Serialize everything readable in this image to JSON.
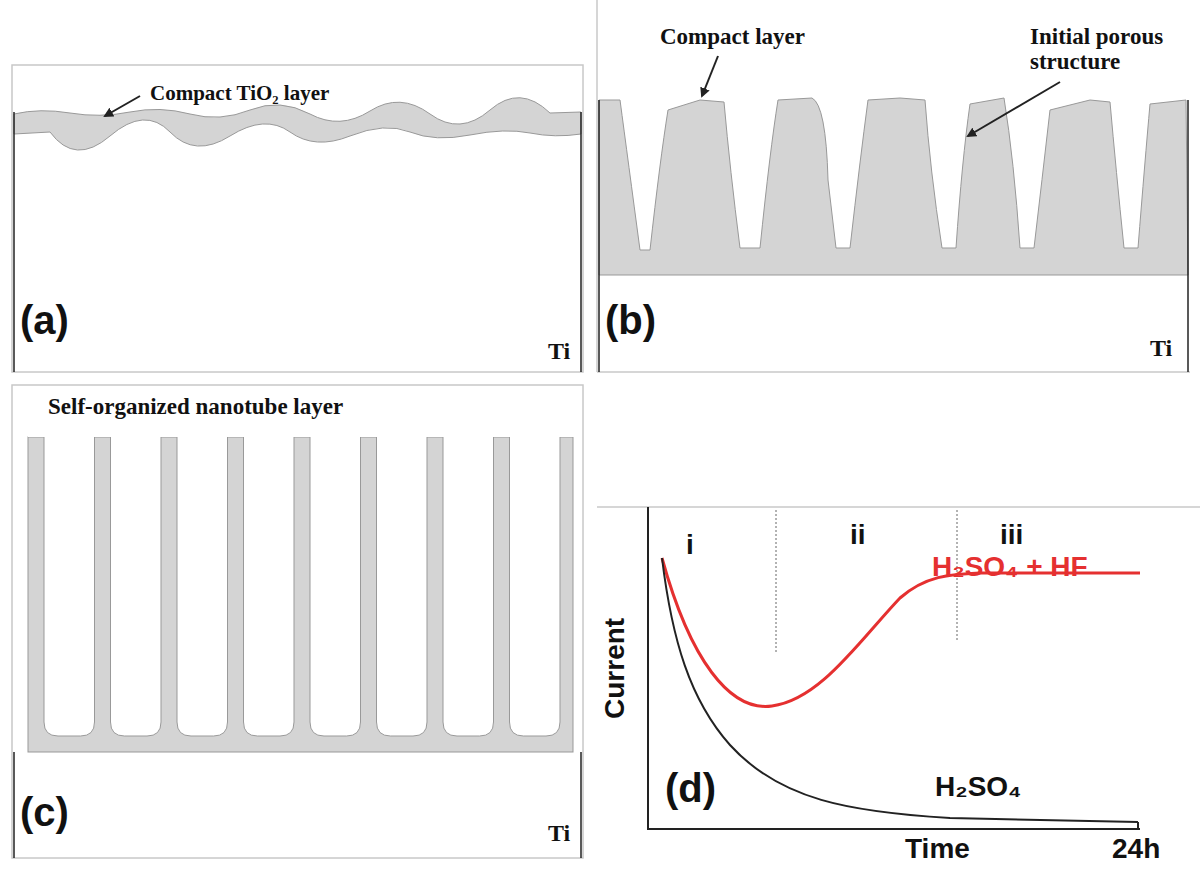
{
  "diagram": {
    "labels": [
      "Compact TiO₂ layer",
      "(a)",
      "Ti",
      "Compact layer",
      "Initial porous structure",
      "(b)",
      "Ti",
      "Self-organized nanotube layer",
      "(c)",
      "Ti",
      "i",
      "ii",
      "iii",
      "H₂SO₄ + HF",
      "Current",
      "(d)",
      "H₂SO₄",
      "Time",
      "24h"
    ]
  }
}
